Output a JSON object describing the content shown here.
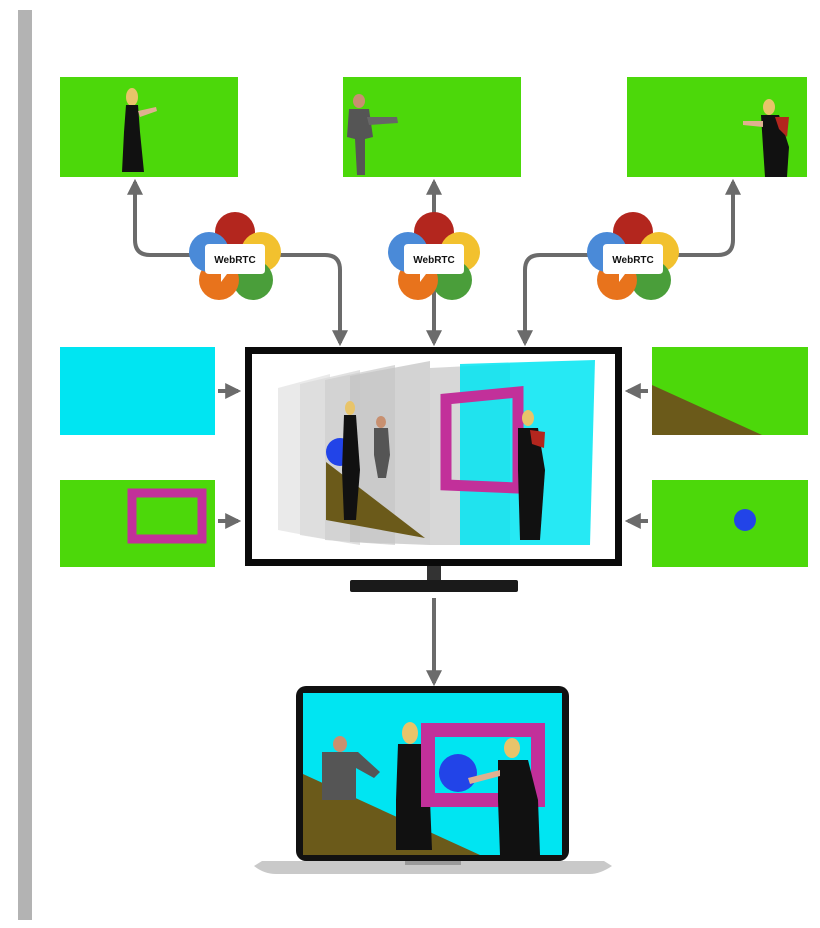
{
  "webrtc": {
    "label": "WebRTC",
    "petal_colors": [
      "#b3261e",
      "#f2c12e",
      "#4a9e3a",
      "#e8731c",
      "#4a8ad8"
    ]
  },
  "colors": {
    "green_screen": "#4cd80a",
    "cyan": "#00e5f2",
    "magenta": "#c2309a",
    "olive": "#6b5a1a",
    "blue_dot": "#2244e8",
    "arrow": "#6b6b6b"
  },
  "sources": {
    "remote_feeds": [
      "person-left",
      "person-center",
      "person-right"
    ],
    "local_layers": [
      "cyan-background",
      "magenta-frame",
      "olive-slope",
      "blue-circle"
    ]
  }
}
